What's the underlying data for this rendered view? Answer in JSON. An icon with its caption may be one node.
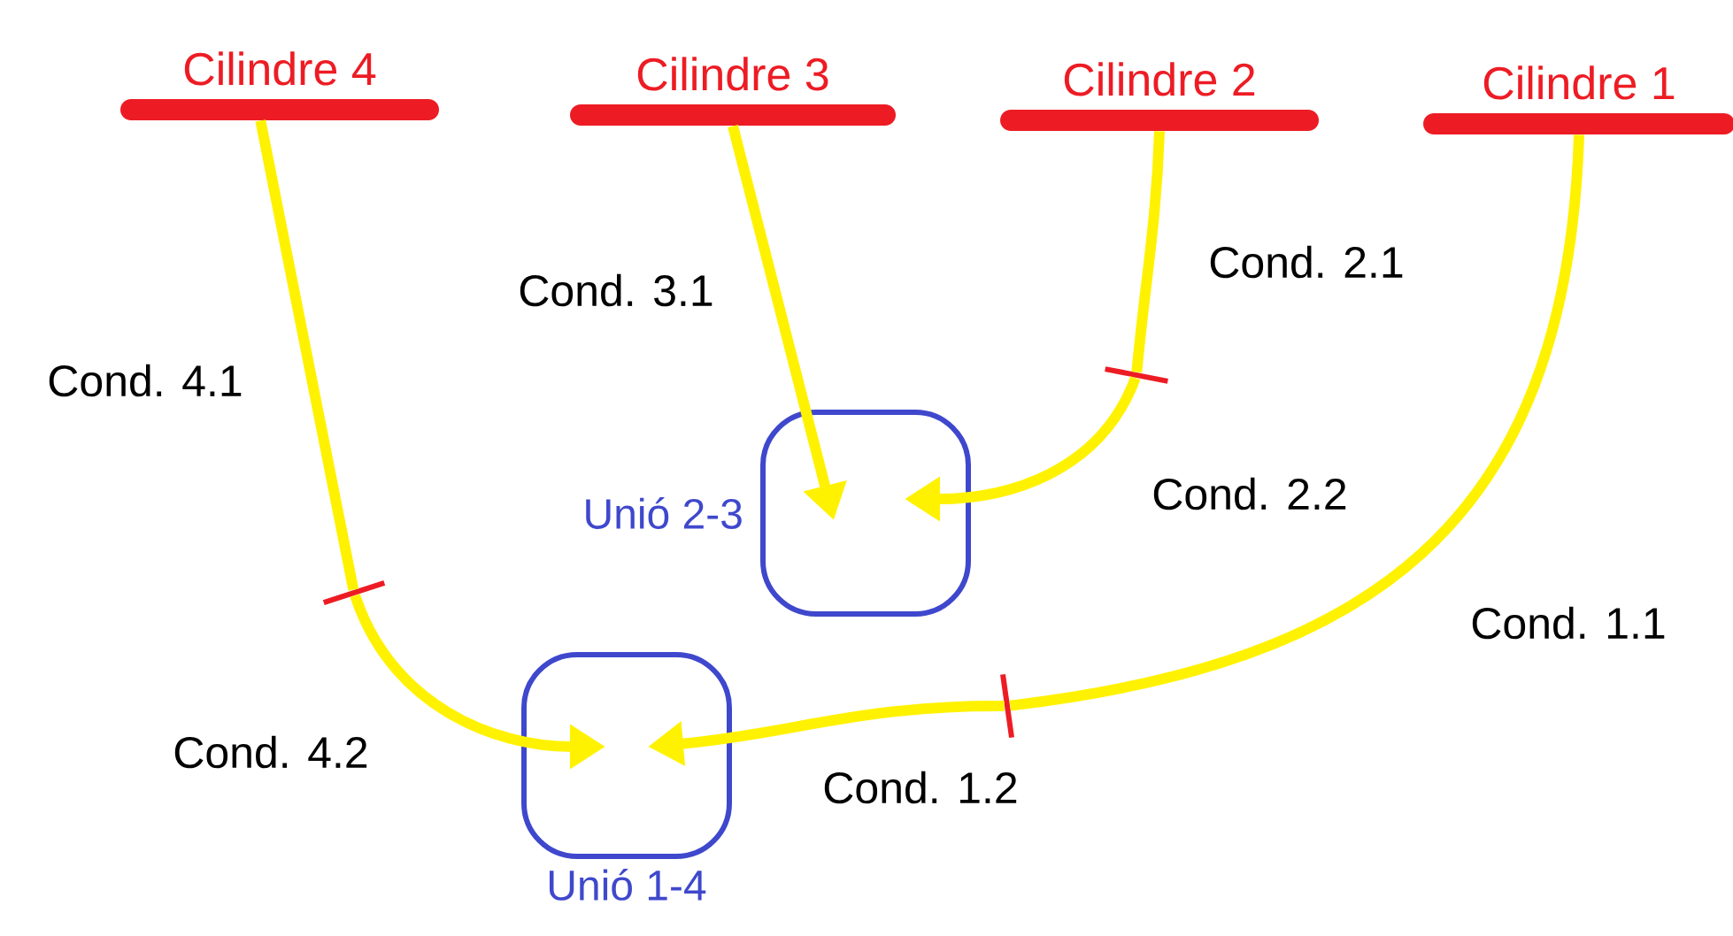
{
  "diagram": {
    "nodes": [
      {
        "text": [
          "Cilindre 4"
        ]
      },
      {
        "text": [
          "Cilindre 3"
        ]
      },
      {
        "text": [
          "Cilindre 2"
        ]
      },
      {
        "text": [
          "Cilindre 1"
        ]
      },
      {
        "text": [],
        "shape": "bar"
      },
      {
        "text": [
          "Unió 2-3"
        ]
      },
      {
        "text": [],
        "shape": "bar"
      },
      {
        "text": [],
        "shape": "bar"
      },
      {
        "text": [
          "Unió 1-4"
        ]
      }
    ],
    "edges": [
      {
        "from": 0,
        "to": 6,
        "arrow": "none",
        "label": "Cond. 4.1"
      },
      {
        "from": 6,
        "to": 8,
        "arrow": "to",
        "label": "Cond. 4.2"
      },
      {
        "from": 1,
        "to": 5,
        "arrow": "to",
        "label": "Cond. 3.1"
      },
      {
        "from": 2,
        "to": 4,
        "arrow": "none",
        "label": "Cond. 2.1"
      },
      {
        "from": 4,
        "to": 5,
        "arrow": "to",
        "label": "Cond. 2.2"
      },
      {
        "from": 3,
        "to": 7,
        "arrow": "none",
        "label": "Cond. 1.1"
      },
      {
        "from": 7,
        "to": 8,
        "arrow": "to",
        "label": "Cond. 1.2"
      }
    ]
  }
}
